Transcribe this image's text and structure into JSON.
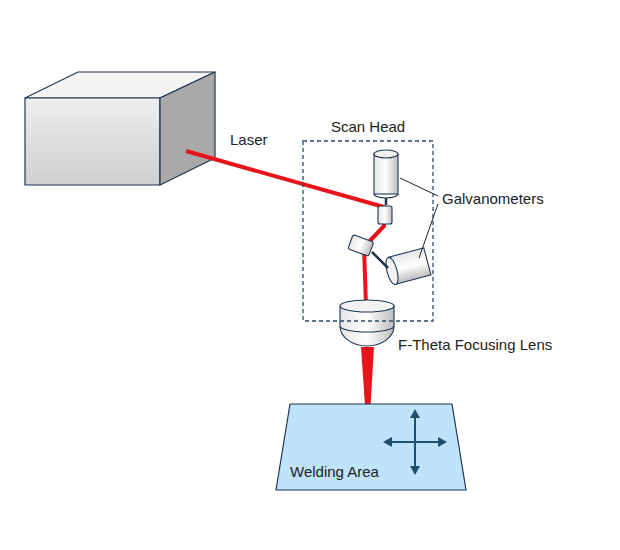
{
  "diagram": {
    "nodes": [
      {
        "text": [
          "Scan Head"
        ]
      },
      {
        "text": [
          "Welding Area"
        ]
      }
    ],
    "labels": [
      "Laser",
      "Galvanometers",
      "F-Theta Focusing Lens"
    ]
  }
}
